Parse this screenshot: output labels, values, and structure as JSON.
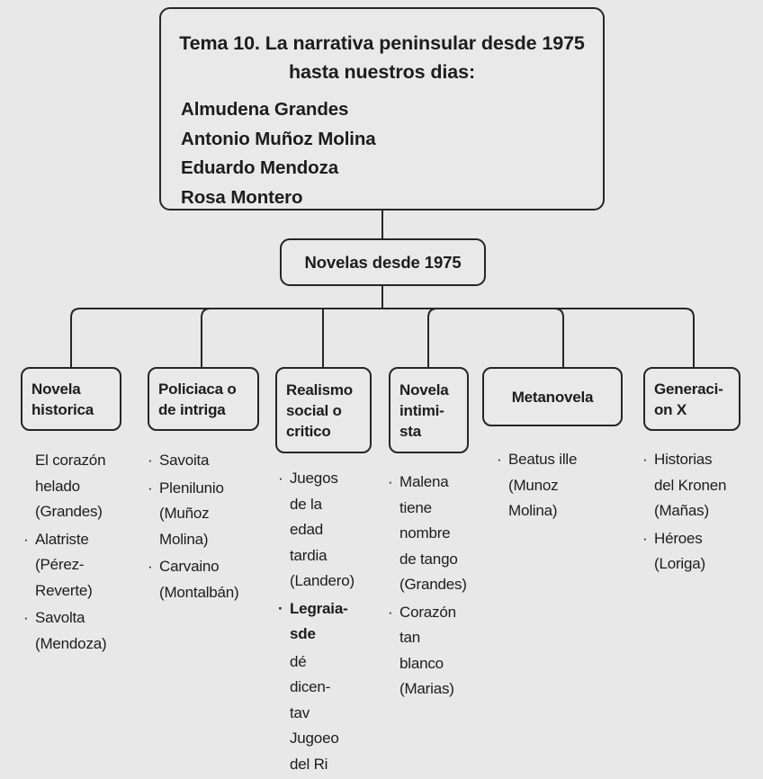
{
  "diagram": {
    "type": "hierarchy-tree",
    "background_color": "#e8e8e8",
    "node_fill": "#e9e9e9",
    "node_border_color": "#262626",
    "text_color": "#1d1d1d"
  },
  "root": {
    "heading": "Tema 10. La narrativa peninsular desde 1975 hasta nuestros dias:",
    "authors": [
      "Almudena Grandes",
      "Antonio Muñoz Molina",
      "Eduardo Mendoza",
      "Rosa Montero"
    ]
  },
  "level2": {
    "label": "Novelas desde 1975"
  },
  "categories": [
    {
      "id": "novela-historica",
      "label": "Novela\nhistorica",
      "items": [
        {
          "text": "El corazón\nhelado\n(Grandes)",
          "bullet": false,
          "bold": false
        },
        {
          "text": "Alatriste\n(Pérez-\nReverte)",
          "bullet": true,
          "bold": false
        },
        {
          "text": "Savolta\n(Mendoza)",
          "bullet": true,
          "bold": false
        }
      ]
    },
    {
      "id": "policiaca-o-de-intriga",
      "label": "Policiaca o\nde intriga",
      "items": [
        {
          "text": "Savoita",
          "bullet": true,
          "bold": false
        },
        {
          "text": "Plenilunio\n(Muñoz\nMolina)",
          "bullet": true,
          "bold": false
        },
        {
          "text": "Carvaino\n(Montalbán)",
          "bullet": true,
          "bold": false
        }
      ]
    },
    {
      "id": "realismo-social-o-critico",
      "label": "Realismo\nsocial o\ncritico",
      "items": [
        {
          "text": "Juegos\nde la\nedad\ntardia\n(Landero)",
          "bullet": true,
          "bold": false
        },
        {
          "text": "Legraia-\nsde",
          "bullet": true,
          "bold": true
        },
        {
          "text": "dé\ndicen-\ntav\nJugoeo\ndel Ri",
          "bullet": false,
          "bold": false
        }
      ]
    },
    {
      "id": "novela-intimista",
      "label": "Novela\nintimi-\nsta",
      "items": [
        {
          "text": "Malena\ntiene\nnombre\nde tango\n(Grandes)",
          "bullet": true,
          "bold": false
        },
        {
          "text": "Corazón\ntan\nblanco\n(Marias)",
          "bullet": true,
          "bold": false
        }
      ]
    },
    {
      "id": "metanovela",
      "label": "Metanovela",
      "items": [
        {
          "text": "Beatus ille\n(Munoz\nMolina)",
          "bullet": true,
          "bold": false
        }
      ]
    },
    {
      "id": "generacion-x",
      "label": "Generaci-\non X",
      "items": [
        {
          "text": "Historias\ndel Kronen\n(Mañas)",
          "bullet": true,
          "bold": false
        },
        {
          "text": "Héroes\n(Loriga)",
          "bullet": true,
          "bold": false
        }
      ]
    }
  ],
  "bullet_glyph": "·"
}
